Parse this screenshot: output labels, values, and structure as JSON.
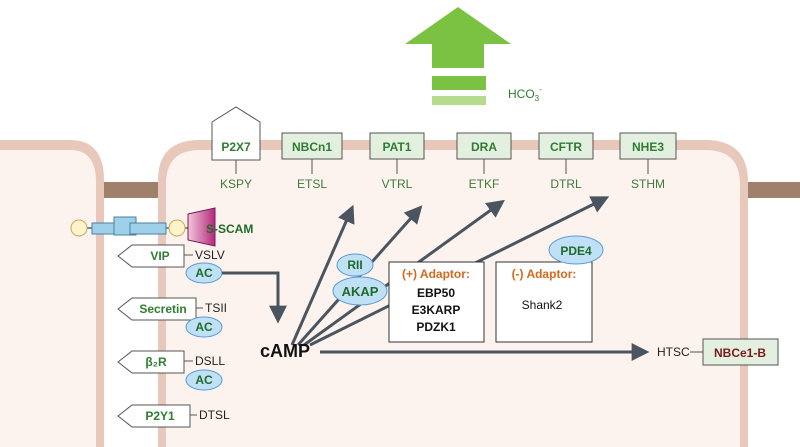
{
  "ion": {
    "base": "HCO",
    "sub": "3",
    "sup": "-"
  },
  "apical_transporters": [
    {
      "name": "P2X7",
      "motif": "KSPY",
      "shape": "pentagon"
    },
    {
      "name": "NBCn1",
      "motif": "ETSL",
      "shape": "box"
    },
    {
      "name": "PAT1",
      "motif": "VTRL",
      "shape": "box"
    },
    {
      "name": "DRA",
      "motif": "ETKF",
      "shape": "box"
    },
    {
      "name": "CFTR",
      "motif": "DTRL",
      "shape": "box"
    },
    {
      "name": "NHE3",
      "motif": "STHM",
      "shape": "box"
    }
  ],
  "junction": {
    "label": "S-SCAM"
  },
  "receptors": [
    {
      "name": "VIP",
      "motif": "VSLV",
      "ac": "AC"
    },
    {
      "name": "Secretin",
      "motif": "TSII",
      "ac": "AC"
    },
    {
      "name": "β₂R",
      "motif": "DSLL",
      "ac": "AC"
    },
    {
      "name": "P2Y1",
      "motif": "DTSL",
      "ac": ""
    }
  ],
  "camp": "cAMP",
  "rii": "RII",
  "akap": "AKAP",
  "pde4": "PDE4",
  "pos_adaptor": {
    "title": "(+) Adaptor:",
    "items": [
      "EBP50",
      "E3KARP",
      "PDZK1"
    ]
  },
  "neg_adaptor": {
    "title": "(-) Adaptor:",
    "items": [
      "Shank2"
    ]
  },
  "basolateral": {
    "motif": "HTSC",
    "name": "NBCe1-B"
  },
  "colors": {
    "membrane": "#e8c8bb",
    "cytoplasm": "#fdf3ee",
    "arrow_green": "#7cc242",
    "arrow_light": "#b5dc8c",
    "label_green": "#2e7d32",
    "arrow_grey": "#4a5560",
    "adaptor_orange": "#d2691e",
    "ellipse_fill": "#bfe0f5",
    "ellipse_stroke": "#5b9bd5",
    "scam_magenta": "#b4287a",
    "basolateral_red": "#7a1a1a",
    "junction_brown": "#a1806b"
  }
}
